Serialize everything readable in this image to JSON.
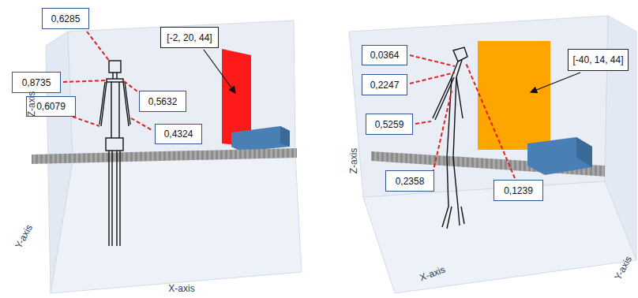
{
  "diagram": {
    "nodes": [
      {
        "text": [
          "0,6285"
        ]
      },
      {
        "text": [
          "[-2, 20, 44]"
        ]
      },
      {
        "text": [
          "0,8735"
        ]
      },
      {
        "text": [
          "0,5632"
        ]
      },
      {
        "text": [
          "0,6079"
        ]
      },
      {
        "text": [
          "0,4324"
        ]
      },
      {
        "text": [
          "0,0364"
        ]
      },
      {
        "text": [
          "[-40, 14, 44]"
        ]
      },
      {
        "text": [
          "0,2247"
        ]
      },
      {
        "text": [
          "0,5259"
        ]
      },
      {
        "text": [
          "0,2358"
        ]
      },
      {
        "text": [
          "0,1239"
        ]
      }
    ],
    "edges": [],
    "labels": [
      "Z-axis",
      "Y-axis",
      "X-axis",
      "Z-axis",
      "X-axis",
      "Y-axis"
    ]
  }
}
